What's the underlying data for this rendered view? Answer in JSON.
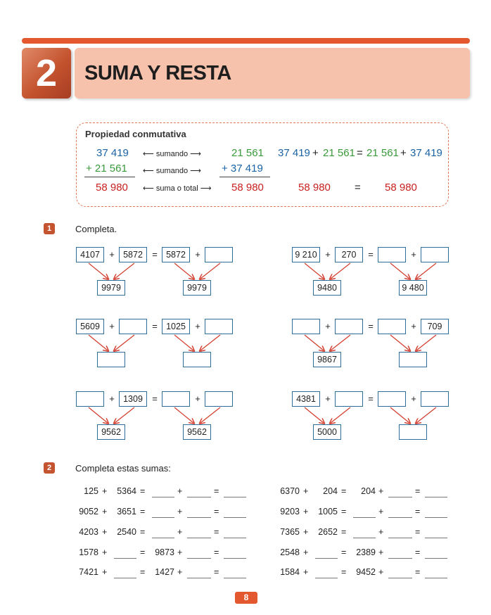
{
  "unit": {
    "number": "2",
    "title": "SUMA Y RESTA"
  },
  "property": {
    "title": "Propiedad conmutativa",
    "col1": {
      "a": "37 419",
      "b": "+ 21 561",
      "total": "58 980"
    },
    "labels": [
      "sumando",
      "sumando",
      "suma o total"
    ],
    "col2": {
      "a": "21 561",
      "b": "+ 37 419",
      "total": "58 980"
    },
    "equation": {
      "a": "37 419",
      "plus1": "+",
      "b": "21 561",
      "eq": "=",
      "c": "21 561",
      "plus2": "+",
      "d": "37 419",
      "total_left": "58 980",
      "total_eq": "=",
      "total_right": "58 980"
    }
  },
  "exercise1": {
    "number": "1",
    "instruction": "Completa.",
    "groups": [
      {
        "boxes": [
          "4107",
          "5872",
          "5872",
          ""
        ],
        "sums": [
          "9979",
          "9979"
        ]
      },
      {
        "boxes": [
          "9 210",
          "270",
          "",
          ""
        ],
        "sums": [
          "9480",
          "9 480"
        ]
      },
      {
        "boxes": [
          "5609",
          "",
          "1025",
          ""
        ],
        "sums": [
          "",
          ""
        ]
      },
      {
        "boxes": [
          "",
          "",
          "",
          "709"
        ],
        "sums": [
          "9867",
          ""
        ]
      },
      {
        "boxes": [
          "",
          "1309",
          "",
          ""
        ],
        "sums": [
          "9562",
          "9562"
        ]
      },
      {
        "boxes": [
          "4381",
          "",
          "",
          ""
        ],
        "sums": [
          "5000",
          ""
        ]
      }
    ],
    "signs": {
      "plus": "+",
      "eq": "="
    }
  },
  "exercise2": {
    "number": "2",
    "instruction": "Completa estas sumas:",
    "signs": {
      "plus": "+",
      "eq": "="
    },
    "left": [
      {
        "a": "125",
        "b": "5364",
        "c": "",
        "d": ""
      },
      {
        "a": "9052",
        "b": "3651",
        "c": "",
        "d": ""
      },
      {
        "a": "4203",
        "b": "2540",
        "c": "",
        "d": ""
      },
      {
        "a": "1578",
        "b": "",
        "c": "9873",
        "d": ""
      },
      {
        "a": "7421",
        "b": "",
        "c": "1427",
        "d": ""
      }
    ],
    "right": [
      {
        "a": "6370",
        "b": "204",
        "c": "204",
        "d": ""
      },
      {
        "a": "9203",
        "b": "1005",
        "c": "",
        "d": ""
      },
      {
        "a": "7365",
        "b": "2652",
        "c": "",
        "d": ""
      },
      {
        "a": "2548",
        "b": "",
        "c": "2389",
        "d": ""
      },
      {
        "a": "1584",
        "b": "",
        "c": "9452",
        "d": ""
      }
    ]
  },
  "page": {
    "number": "8"
  },
  "colors": {
    "accent": "#e4582f",
    "title_bg": "#f7c2ac",
    "blue": "#1a63a5",
    "green": "#3a9a3a",
    "red": "#c8201f",
    "box_border": "#2d6d9a"
  }
}
